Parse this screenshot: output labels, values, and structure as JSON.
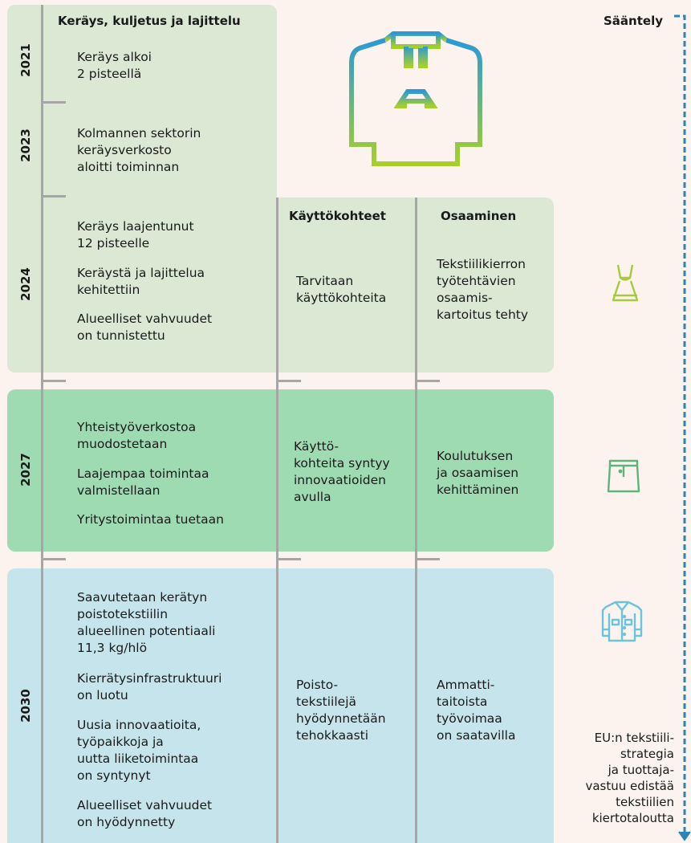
{
  "headers": {
    "collection": "Keräys, kuljetus ja lajittelu",
    "uses": "Käyttökohteet",
    "skills": "Osaaminen",
    "regulation": "Sääntely"
  },
  "years": [
    "2021",
    "2023",
    "2024",
    "2027",
    "2030"
  ],
  "col1": {
    "y2021": [
      "Keräys alkoi",
      "2 pisteellä"
    ],
    "y2023": [
      "Kolmannen sektorin",
      "keräysverkosto",
      "aloitti toiminnan"
    ],
    "y2024_a": [
      "Keräys laajentunut",
      "12 pisteelle"
    ],
    "y2024_b": [
      "Keräystä ja lajittelua",
      "kehitettiin"
    ],
    "y2024_c": [
      "Alueelliset vahvuudet",
      "on tunnistettu"
    ],
    "y2027_a": [
      "Yhteistyöverkostoa",
      "muodostetaan"
    ],
    "y2027_b": [
      "Laajempaa toimintaa",
      "valmistellaan"
    ],
    "y2027_c": [
      "Yritystoimintaa tuetaan"
    ],
    "y2030_a": [
      "Saavutetaan kerätyn",
      "poistotekstiilin",
      "alueellinen potentiaali",
      "11,3 kg/hlö"
    ],
    "y2030_b": [
      "Kierrätysinfrastruktuuri",
      "on luotu"
    ],
    "y2030_c": [
      "Uusia innovaatioita,",
      "työpaikkoja ja",
      "uutta liiketoimintaa",
      "on syntynyt"
    ],
    "y2030_d": [
      "Alueelliset vahvuudet",
      "on hyödynnetty"
    ]
  },
  "col2": {
    "y2024": [
      "Tarvitaan",
      "käyttökohteita"
    ],
    "y2027": [
      "Käyttö-",
      "kohteita syntyy",
      "innovaatioiden",
      "avulla"
    ],
    "y2030": [
      "Poisto-",
      "tekstiilejä",
      "hyödynnetään",
      "tehokkaasti"
    ]
  },
  "col3": {
    "y2024": [
      "Tekstiilikierron",
      "työtehtävien",
      "osaamis-",
      "kartoitus tehty"
    ],
    "y2027": [
      "Koulutuksen",
      "ja osaamisen",
      "kehittäminen"
    ],
    "y2030": [
      "Ammatti-",
      "taitoista",
      "työvoimaa",
      "on saatavilla"
    ]
  },
  "regulation_note": [
    "EU:n tekstiili-",
    "strategia",
    "ja tuottaja-",
    "vastuu edistää",
    "tekstiilien",
    "kiertotaloutta"
  ],
  "colors": {
    "green_light": "#dbe8d3",
    "green_mid": "#9edbb3",
    "blue_light": "#c5e4ec",
    "dashed_line": "#2b84b7",
    "icon_lime": "#a6cb3a",
    "icon_green": "#5fb37a",
    "icon_cyan": "#6cc4dc"
  },
  "icons": [
    "sweater-icon",
    "dress-icon",
    "skirt-icon",
    "coat-icon"
  ]
}
